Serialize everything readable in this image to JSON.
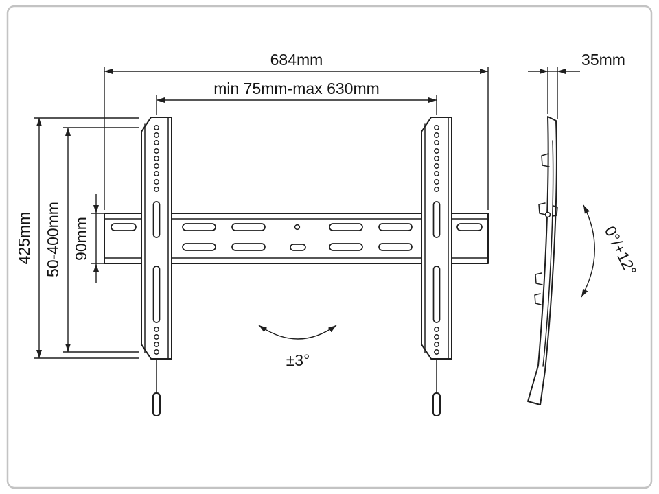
{
  "colors": {
    "line": "#1f1f1f",
    "frame": "#c3c3c3",
    "background": "#ffffff"
  },
  "front_view": {
    "total_width": "684mm",
    "bracket_span": "min 75mm-max 630mm",
    "total_height": "425mm",
    "vesa_height_range": "50-400mm",
    "plate_height": "90mm",
    "swivel_range": "±3°"
  },
  "side_view": {
    "depth": "35mm",
    "tilt_range": "0°/+12°"
  }
}
